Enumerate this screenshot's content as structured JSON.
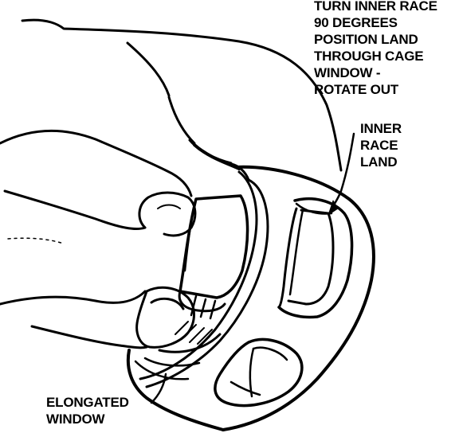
{
  "diagram": {
    "labels": {
      "turn_inner_race": [
        "TURN INNER RACE",
        "90 DEGREES",
        "POSITION LAND",
        "THROUGH CAGE",
        "WINDOW -",
        "ROTATE OUT"
      ],
      "inner_race_land": [
        "INNER",
        "RACE",
        "LAND"
      ],
      "elongated_window": [
        "ELONGATED",
        "WINDOW"
      ]
    },
    "colors": {
      "ink": "#000000",
      "paper": "#ffffff"
    }
  }
}
